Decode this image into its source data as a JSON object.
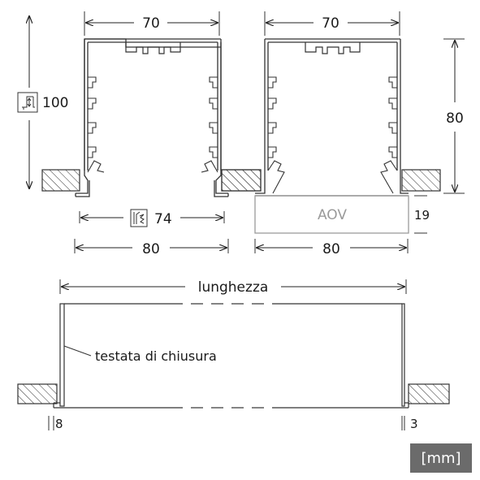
{
  "profile_left": {
    "width_top": "70",
    "height": "100",
    "inner_width": "74",
    "outer_width": "80"
  },
  "profile_right": {
    "width_top": "70",
    "height": "80",
    "diffuser_height": "19",
    "diffuser_label": "AOV",
    "outer_width": "80"
  },
  "side_view": {
    "length_label": "lunghezza",
    "end_cap_label": "testata di chiusura",
    "left_end": "8",
    "right_end": "3"
  },
  "unit": "[mm]",
  "icons": {
    "height_icon": "height-symbol-icon",
    "cutout_icon": "cutout-symbol-icon"
  }
}
